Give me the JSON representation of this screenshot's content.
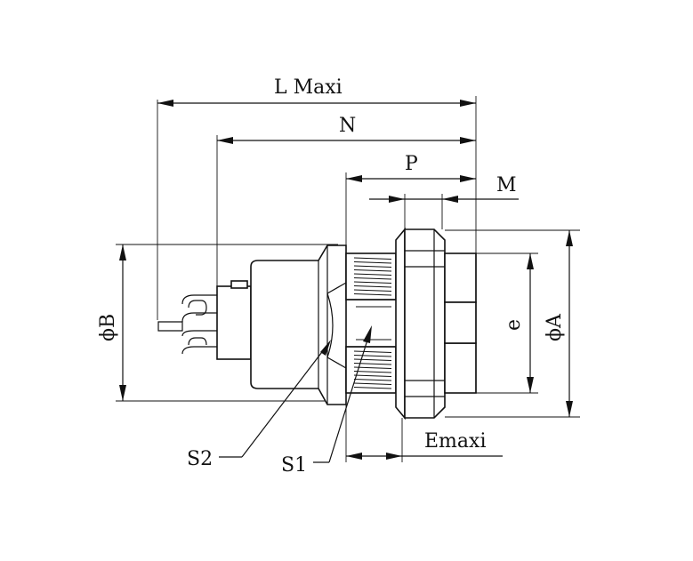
{
  "labels": {
    "l_maxi": "L Maxi",
    "n": "N",
    "p": "P",
    "m": "M",
    "phi_b": "ϕB",
    "phi_a": "ϕA",
    "e": "e",
    "e_maxi": "Emaxi",
    "s1": "S1",
    "s2": "S2"
  }
}
